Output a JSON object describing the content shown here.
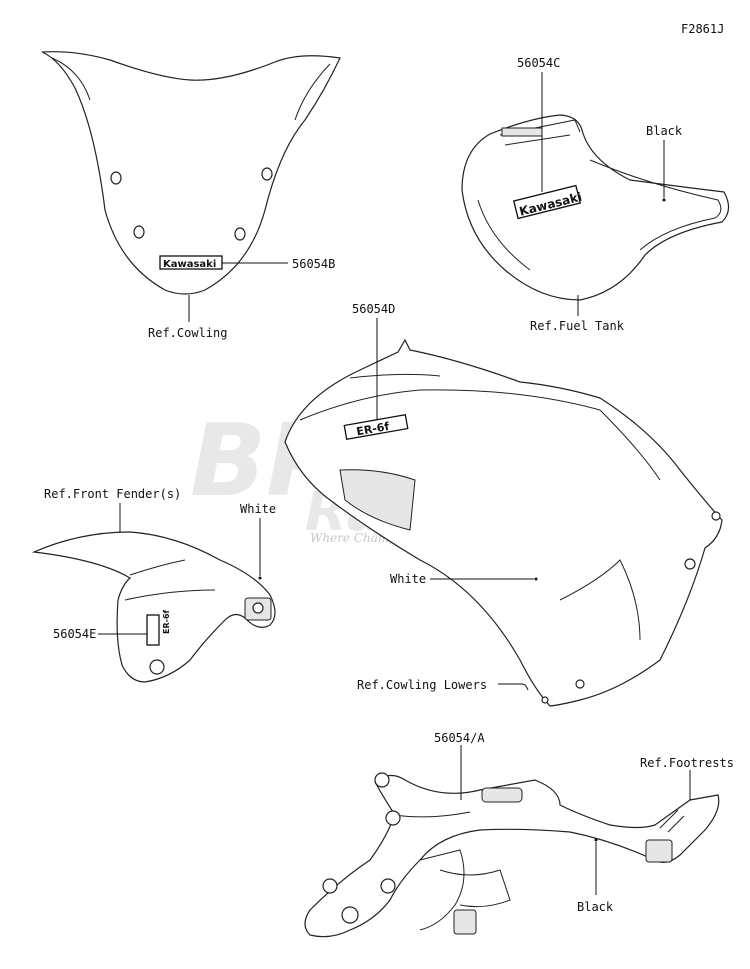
{
  "figure_code": "F2861J",
  "callouts": {
    "part_56054B": "56054B",
    "part_56054C": "56054C",
    "part_56054D": "56054D",
    "part_56054E": "56054E",
    "part_56054A": "56054/A",
    "ref_cowling": "Ref.Cowling",
    "ref_fuel_tank": "Ref.Fuel Tank",
    "ref_front_fender": "Ref.Front Fender(s)",
    "ref_cowling_lowers": "Ref.Cowling Lowers",
    "ref_footrests": "Ref.Footrests",
    "color_black_tank": "Black",
    "color_white_fender": "White",
    "color_white_cowling": "White",
    "color_black_footrest": "Black"
  },
  "decals": {
    "windshield_logo": "Kawasaki",
    "tank_logo": "Kawasaki",
    "cowling_logo": "ER-6f",
    "fender_logo": "ER-6f"
  },
  "watermark": {
    "brand_line1": "BPRS",
    "brand_line2": "Racing",
    "tagline": "Where Champions are made"
  }
}
